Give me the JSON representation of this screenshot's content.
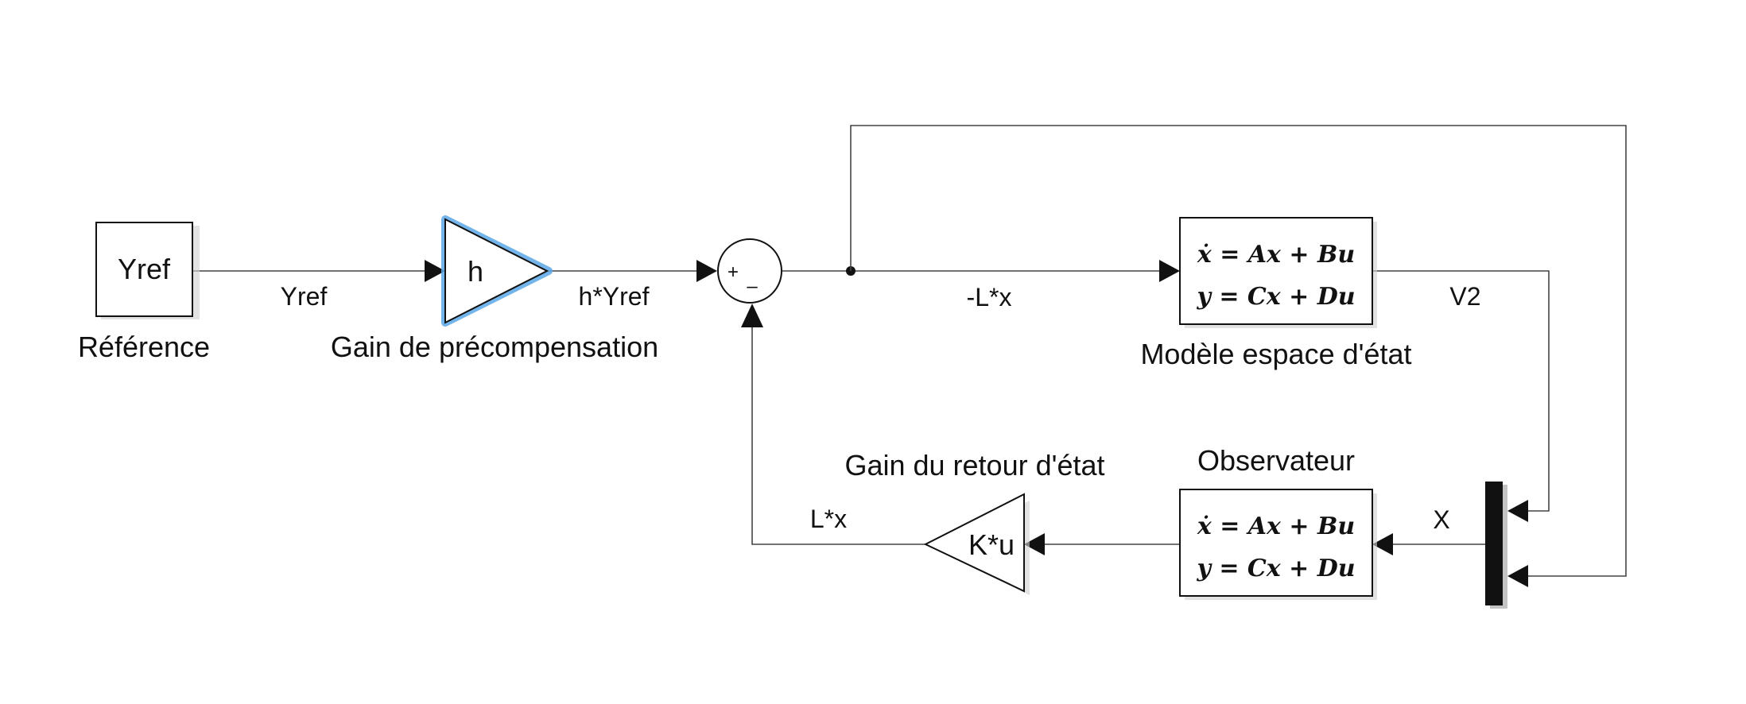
{
  "blocks": {
    "reference": {
      "text": "Yref",
      "caption": "Référence"
    },
    "precomp_gain": {
      "text": "h",
      "caption": "Gain de précompensation"
    },
    "sum": {
      "plus": "+",
      "minus": "–"
    },
    "plant": {
      "eq1": "ẋ = Ax + Bu",
      "eq2": "y = Cx + Du",
      "caption": "Modèle espace d'état"
    },
    "observer": {
      "eq1": "ẋ = Ax + Bu",
      "eq2": "y = Cx + Du",
      "caption": "Observateur"
    },
    "feedback_gain": {
      "text": "K*u",
      "caption": "Gain du retour d'état"
    }
  },
  "signals": {
    "yref": "Yref",
    "h_yref": "h*Yref",
    "neg_lx": "-L*x",
    "v2": "V2",
    "x": "X",
    "lx": "L*x"
  },
  "colors": {
    "selection_highlight": "#5aa7e6",
    "line": "#444444"
  }
}
